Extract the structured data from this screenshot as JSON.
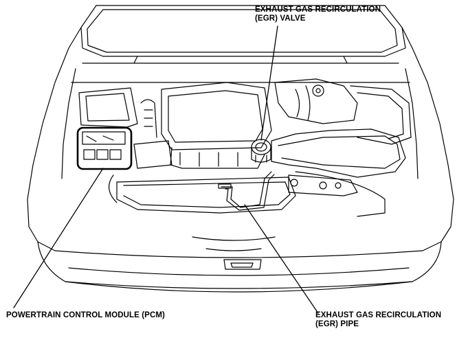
{
  "callouts": {
    "egr_valve": {
      "line1": "EXHAUST GAS RECIRCULATION",
      "line2": "(EGR) VALVE"
    },
    "pcm": {
      "line1": "POWERTRAIN CONTROL MODULE (PCM)"
    },
    "egr_pipe": {
      "line1": "EXHAUST GAS RECIRCULATION",
      "line2": "(EGR) PIPE"
    }
  },
  "colors": {
    "ink": "#000000",
    "paper": "#ffffff"
  }
}
